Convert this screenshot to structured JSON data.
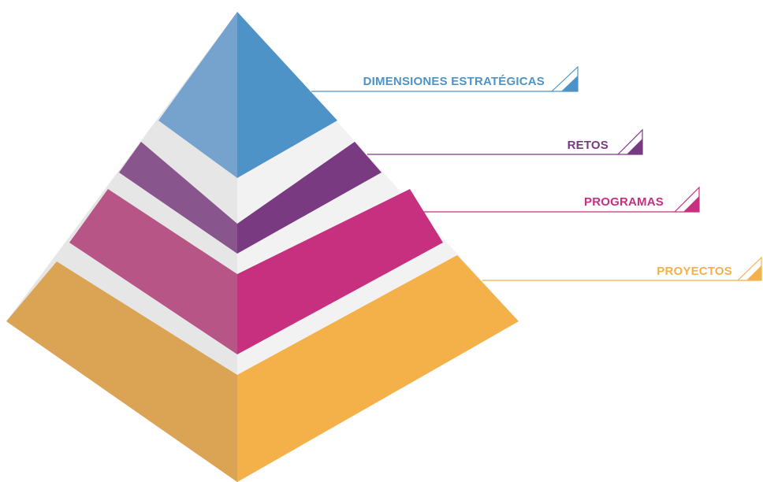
{
  "levels": [
    {
      "id": "dimensiones",
      "label": "DIMENSIONES ESTRATÉGICAS",
      "color": "#4d93c7",
      "left_color": "#75a3cd"
    },
    {
      "id": "retos",
      "label": "RETOS",
      "color": "#7a3a82",
      "left_color": "#88558c"
    },
    {
      "id": "programas",
      "label": "PROGRAMAS",
      "color": "#c7307f",
      "left_color": "#b75586"
    },
    {
      "id": "proyectos",
      "label": "PROYECTOS",
      "color": "#f4b049",
      "left_color": "#dba455"
    }
  ]
}
